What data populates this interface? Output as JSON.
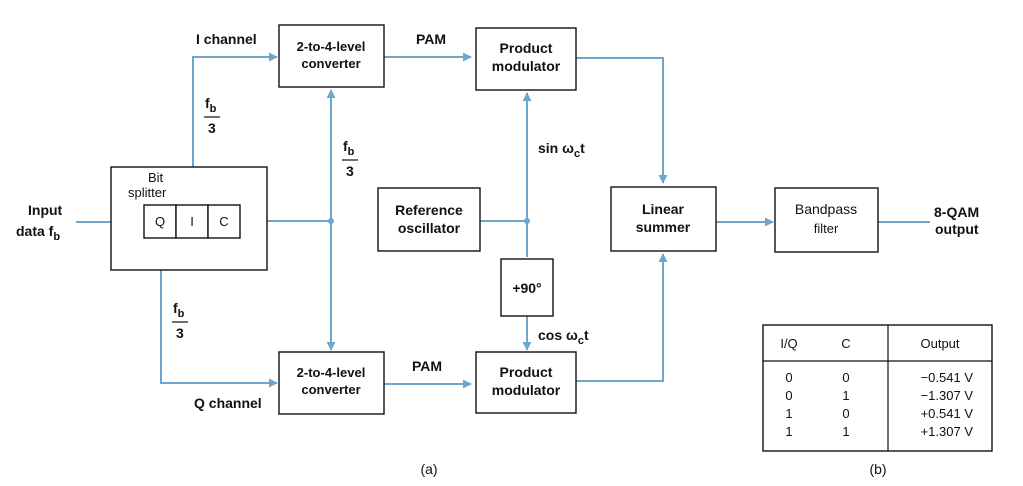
{
  "diagram": {
    "inputs": {
      "input_line1": "Input",
      "input_line2_prefix": "data f",
      "input_line2_sub": "b"
    },
    "bit_splitter": {
      "label_line1": "Bit",
      "label_line2": "splitter",
      "cells": [
        "Q",
        "I",
        "C"
      ]
    },
    "rate_fraction": {
      "numerator": "f",
      "numerator_sub": "b",
      "denominator": "3"
    },
    "channels": {
      "i": "I channel",
      "q": "Q channel"
    },
    "converter": {
      "line1": "2-to-4-level",
      "line2": "converter"
    },
    "pam": "PAM",
    "product_modulator": {
      "line1": "Product",
      "line2": "modulator"
    },
    "reference_oscillator": {
      "line1": "Reference",
      "line2": "oscillator"
    },
    "phase_shift": "+90°",
    "carrier_sin": {
      "prefix": "sin ω",
      "sub": "c",
      "suffix": "t"
    },
    "carrier_cos": {
      "prefix": "cos ω",
      "sub": "c",
      "suffix": "t"
    },
    "linear_summer": {
      "line1": "Linear",
      "line2": "summer"
    },
    "bandpass_filter": {
      "line1": "Bandpass",
      "line2": "filter"
    },
    "output": {
      "line1": "8-QAM",
      "line2": "output"
    },
    "caption_a": "(a)",
    "caption_b": "(b)",
    "colors": {
      "wire": "#6ea6cc",
      "box_border": "#111111"
    }
  },
  "truth_table": {
    "headers": [
      "I/Q",
      "C",
      "Output"
    ],
    "rows": [
      [
        "0",
        "0",
        "−0.541 V"
      ],
      [
        "0",
        "1",
        "−1.307 V"
      ],
      [
        "1",
        "0",
        "+0.541 V"
      ],
      [
        "1",
        "1",
        "+1.307 V"
      ]
    ]
  }
}
